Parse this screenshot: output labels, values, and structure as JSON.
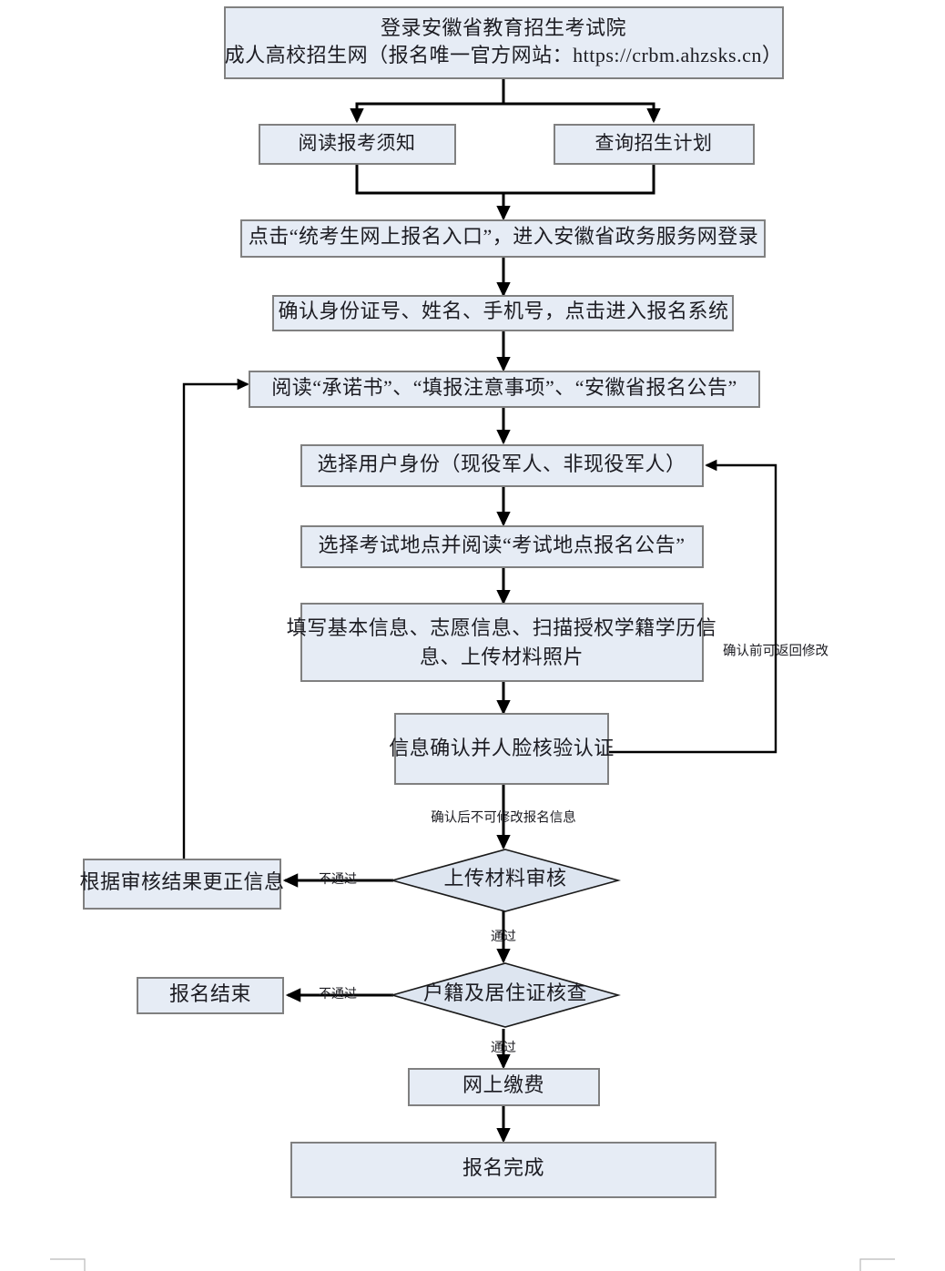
{
  "diagram": {
    "title": "安徽省成人高校招生网上报名流程图",
    "colors": {
      "box_fill": "#e6ecf5",
      "box_stroke": "#808080",
      "diamond_fill": "#dde5f0",
      "diamond_stroke": "#1a1a1a",
      "connector": "#000000",
      "text": "#1c1c22",
      "background": "#ffffff"
    },
    "nodes": [
      {
        "id": "login",
        "type": "process",
        "line1": "登录安徽省教育招生考试院",
        "line2": "成人高校招生网（报名唯一官方网站：https://crbm.ahzsks.cn）"
      },
      {
        "id": "read-notice",
        "type": "process",
        "label": "阅读报考须知"
      },
      {
        "id": "query-plan",
        "type": "process",
        "label": "查询招生计划"
      },
      {
        "id": "click-entry",
        "type": "process",
        "label": "点击“统考生网上报名入口”，进入安徽省政务服务网登录"
      },
      {
        "id": "confirm-identity",
        "type": "process",
        "label": "确认身份证号、姓名、手机号，点击进入报名系统"
      },
      {
        "id": "read-docs",
        "type": "process",
        "label": "阅读“承诺书”、“填报注意事项”、“安徽省报名公告”"
      },
      {
        "id": "select-user-type",
        "type": "process",
        "label": "选择用户身份（现役军人、非现役军人）"
      },
      {
        "id": "select-exam-site",
        "type": "process",
        "label": "选择考试地点并阅读“考试地点报名公告”"
      },
      {
        "id": "fill-info",
        "type": "process",
        "line1": "填写基本信息、志愿信息、扫描授权学籍学历信",
        "line2": "息、上传材料照片"
      },
      {
        "id": "confirm-face",
        "type": "process",
        "label": "信息确认并人脸核验认证"
      },
      {
        "id": "material-review",
        "type": "decision",
        "label": "上传材料审核"
      },
      {
        "id": "fix-info",
        "type": "process",
        "label": "根据审核结果更正信息"
      },
      {
        "id": "residence-check",
        "type": "decision",
        "label": "户籍及居住证核查"
      },
      {
        "id": "registration-end",
        "type": "process",
        "label": "报名结束"
      },
      {
        "id": "online-payment",
        "type": "process",
        "label": "网上缴费"
      },
      {
        "id": "registration-complete",
        "type": "process",
        "label": "报名完成"
      }
    ],
    "edge_labels": {
      "before_confirm_can_return": "确认前可返回修改",
      "after_confirm_no_edit": "确认后不可修改报名信息",
      "material_fail": "不通过",
      "material_pass": "通过",
      "residence_fail": "不通过",
      "residence_pass": "通过"
    }
  }
}
